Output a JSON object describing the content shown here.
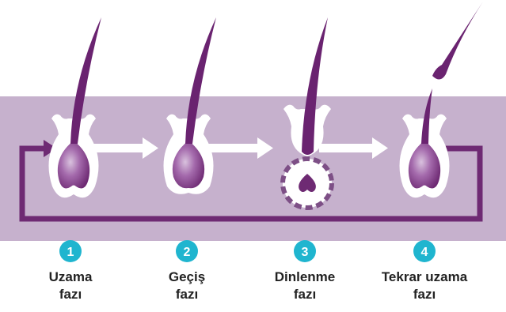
{
  "colors": {
    "band": "#c6b1cd",
    "cycle_line": "#6e2a73",
    "bulb_dark": "#7a2d7e",
    "bulb_light": "#c9a8d0",
    "hair": "#6a2370",
    "sheath": "#ffffff",
    "badge": "#1fb5cf",
    "dashed_ring": "#7d4f86"
  },
  "steps": [
    {
      "number": "1",
      "label_line1": "Uzama",
      "label_line2": "fazı"
    },
    {
      "number": "2",
      "label_line1": "Geçiş",
      "label_line2": "fazı"
    },
    {
      "number": "3",
      "label_line1": "Dinlenme",
      "label_line2": "fazı"
    },
    {
      "number": "4",
      "label_line1": "Tekrar uzama",
      "label_line2": "fazı"
    }
  ],
  "icons": [
    "hair-follicle-icon",
    "arrow-right-icon",
    "cycle-loop-icon",
    "dashed-circle-icon",
    "heart-bulb-icon"
  ]
}
